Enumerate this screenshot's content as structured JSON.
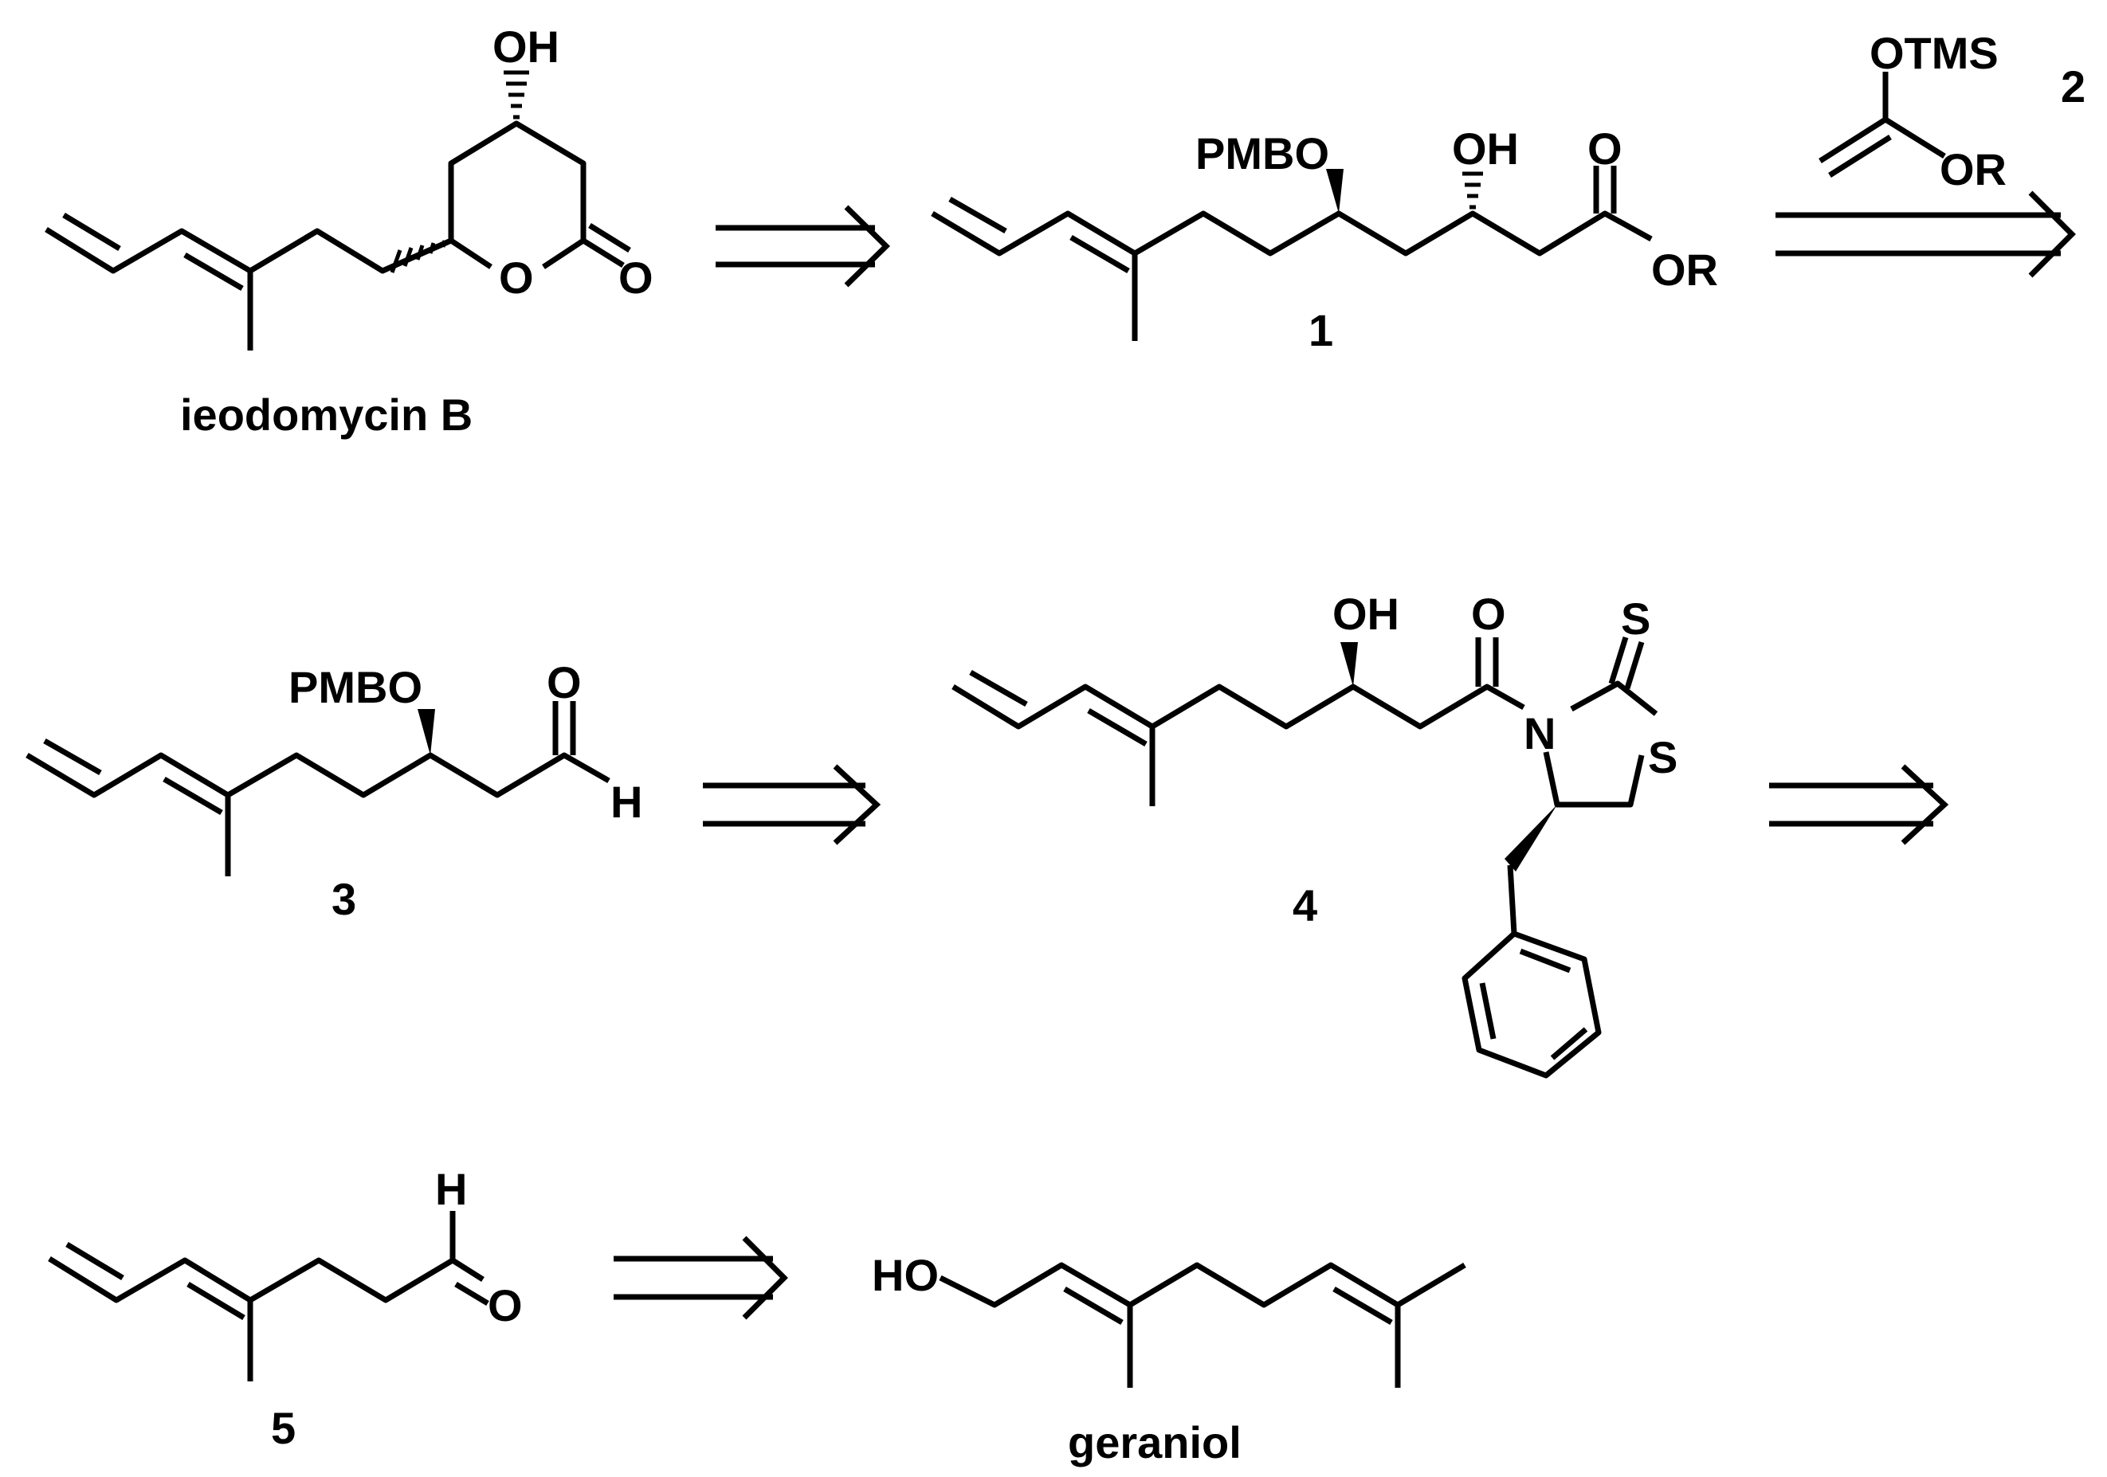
{
  "compounds": {
    "ieodomycin_b": {
      "label": "ieodomycin B",
      "atoms": {
        "oh": "OH",
        "ring_o": "O",
        "carbonyl_o": "O"
      }
    },
    "c1": {
      "label": "1",
      "atoms": {
        "pmbo": "PMBO",
        "oh": "OH",
        "carbonyl_o": "O",
        "or": "OR"
      }
    },
    "c2": {
      "label": "2",
      "atoms": {
        "otms": "OTMS",
        "or": "OR"
      }
    },
    "c3": {
      "label": "3",
      "atoms": {
        "pmbo": "PMBO",
        "carbonyl_o": "O",
        "h": "H"
      }
    },
    "c4": {
      "label": "4",
      "atoms": {
        "oh": "OH",
        "carbonyl_o": "O",
        "thione_s": "S",
        "n": "N",
        "ring_s": "S"
      }
    },
    "c5": {
      "label": "5",
      "atoms": {
        "h": "H",
        "carbonyl_o": "O"
      }
    },
    "geraniol": {
      "label": "geraniol",
      "atoms": {
        "ho": "HO"
      }
    }
  }
}
